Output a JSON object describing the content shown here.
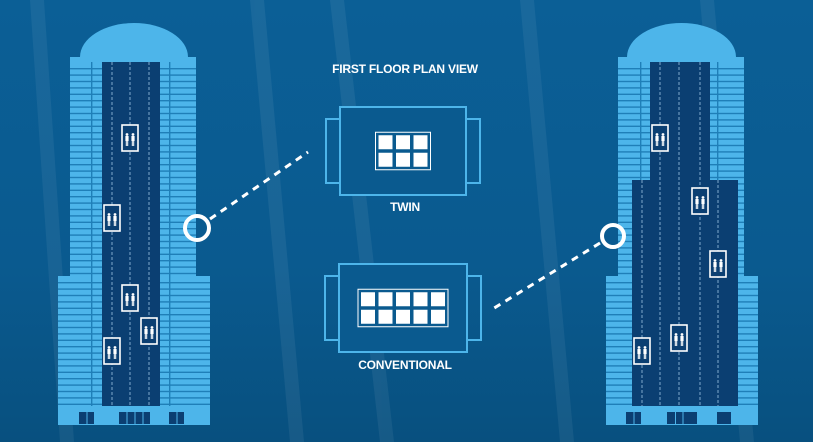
{
  "diagram": {
    "title": "FIRST FLOOR PLAN VIEW",
    "plans": [
      {
        "name": "twin",
        "label": "TWIN",
        "cabs": 6,
        "cols": 3,
        "rows": 2
      },
      {
        "name": "conventional",
        "label": "CONVENTIONAL",
        "cabs": 10,
        "cols": 5,
        "rows": 2
      }
    ],
    "towers": [
      {
        "name": "left-tower",
        "elevators": 5
      },
      {
        "name": "right-tower",
        "elevators": 5
      }
    ]
  },
  "colors": {
    "background": "#0a5a8f",
    "facade": "#4db5ea",
    "core": "#0b3f72",
    "outline": "#4db5ea",
    "white": "#ffffff"
  }
}
